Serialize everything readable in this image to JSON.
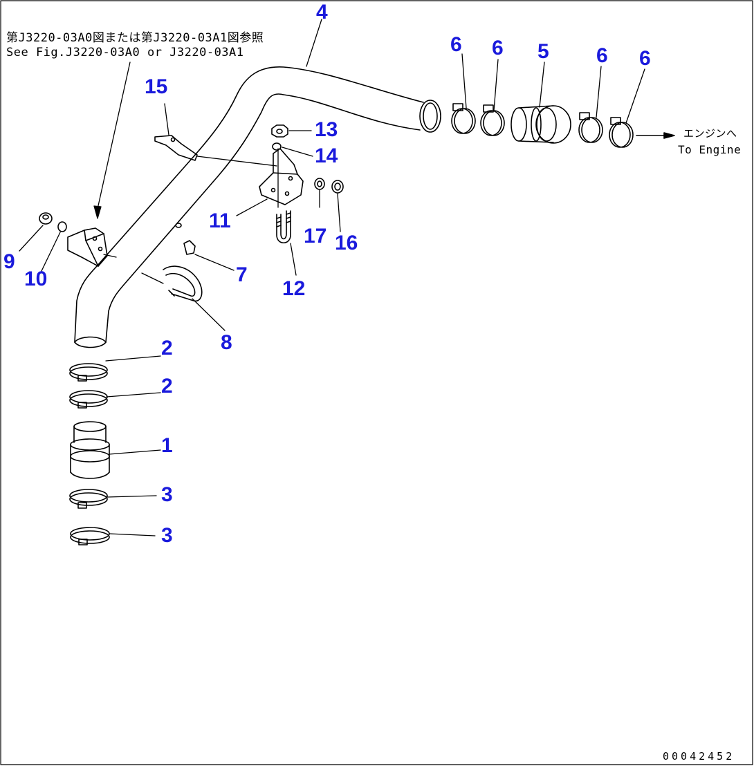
{
  "reference_note": {
    "jp": "第J3220-03A0図または第J3220-03A1図参照",
    "en": "See Fig.J3220-03A0 or J3220-03A1"
  },
  "direction_note": {
    "jp": "エンジンへ",
    "en": "To Engine"
  },
  "callouts": {
    "c1": "1",
    "c2a": "2",
    "c2b": "2",
    "c3a": "3",
    "c3b": "3",
    "c4": "4",
    "c5": "5",
    "c6a": "6",
    "c6b": "6",
    "c6c": "6",
    "c6d": "6",
    "c7": "7",
    "c8": "8",
    "c9": "9",
    "c10": "10",
    "c11": "11",
    "c12": "12",
    "c13": "13",
    "c14": "14",
    "c15": "15",
    "c16": "16",
    "c17": "17"
  },
  "doc_number": "00042452",
  "colors": {
    "callout": "#1a1adc",
    "line": "#000000"
  }
}
